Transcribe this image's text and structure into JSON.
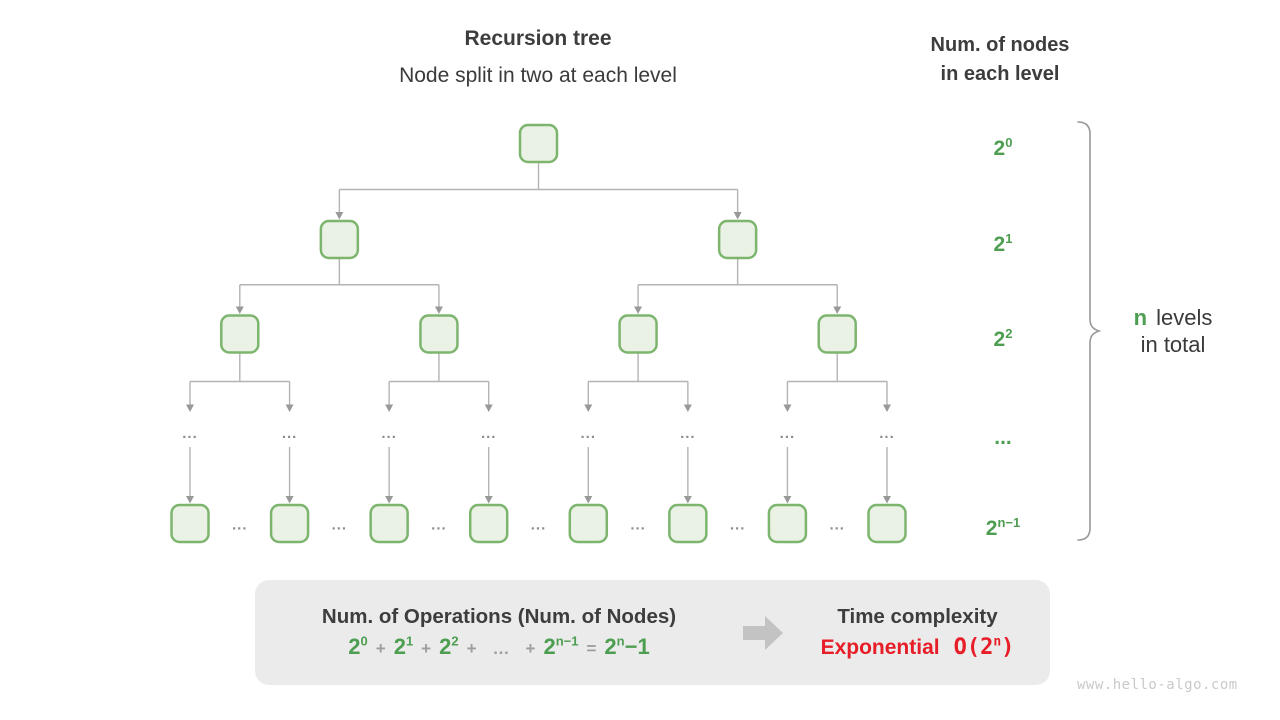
{
  "header": {
    "title": "Recursion tree",
    "subtitle": "Node split in two at each level"
  },
  "right_header": {
    "line1": "Num. of nodes",
    "line2": "in each level"
  },
  "level_labels": [
    {
      "base": "2",
      "sup": "0"
    },
    {
      "base": "2",
      "sup": "1"
    },
    {
      "base": "2",
      "sup": "2"
    },
    {
      "base": "...",
      "sup": ""
    },
    {
      "base": "2",
      "sup": "n−1"
    }
  ],
  "brace_label": {
    "n": "n",
    "rest": "levels",
    "line2": "in total"
  },
  "tree": {
    "dots_text": "...",
    "levels": [
      {
        "row": "nodes",
        "count": 1
      },
      {
        "row": "nodes",
        "count": 2
      },
      {
        "row": "nodes",
        "count": 4
      },
      {
        "row": "dots",
        "count": 8
      },
      {
        "row": "leaves",
        "count": 8,
        "separator": "..."
      }
    ]
  },
  "formula_box": {
    "title": "Num. of Operations (Num. of Nodes)",
    "parts": [
      {
        "type": "term",
        "text": "2",
        "sup": "0"
      },
      {
        "type": "op",
        "text": "+"
      },
      {
        "type": "term",
        "text": "2",
        "sup": "1"
      },
      {
        "type": "op",
        "text": "+"
      },
      {
        "type": "term",
        "text": "2",
        "sup": "2"
      },
      {
        "type": "op",
        "text": "+"
      },
      {
        "type": "op",
        "text": "…"
      },
      {
        "type": "op",
        "text": "+"
      },
      {
        "type": "term",
        "text": "2",
        "sup": "n−1"
      },
      {
        "type": "op",
        "text": "="
      },
      {
        "type": "term",
        "text": "2",
        "sup": "n",
        "tail": "−1"
      }
    ],
    "result_title": "Time complexity",
    "result_label": "Exponential",
    "result_value_prefix": "O(2",
    "result_value_sup": "n",
    "result_value_suffix": ")"
  },
  "watermark": "www.hello-algo.com",
  "colors": {
    "text_dark": "#3d3d3d",
    "green": "#4e9e52",
    "node_fill": "#e9f2e4",
    "node_border": "#7db56f",
    "connector": "#b3b3b3",
    "arrowhead": "#999999",
    "tree_dots": "#8c8c8c",
    "box_bg": "#ebebeb",
    "operator_gray": "#9e9e9e",
    "big_arrow": "#c3c3c3",
    "red": "#e71d27",
    "watermark_gray": "#c9c9c9"
  }
}
